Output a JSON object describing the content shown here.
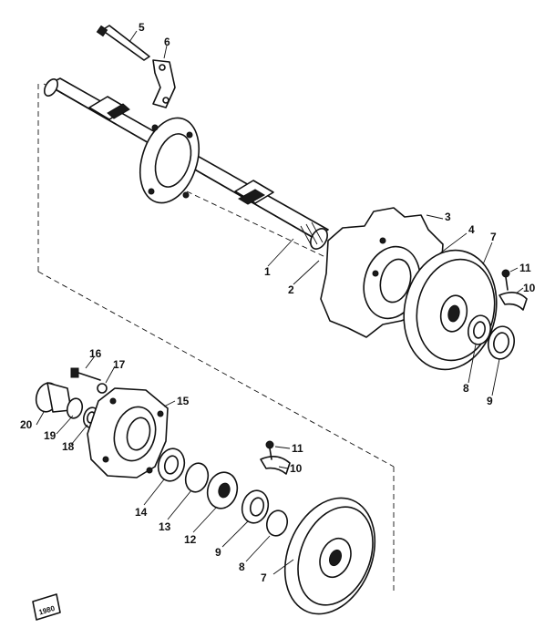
{
  "labels": {
    "l1": "1",
    "l2": "2",
    "l3": "3",
    "l4": "4",
    "l5": "5",
    "l6": "6",
    "l7a": "7",
    "l8a": "8",
    "l9a": "9",
    "l10a": "10",
    "l11a": "11",
    "l7b": "7",
    "l8b": "8",
    "l9b": "9",
    "l10b": "10",
    "l11b": "11",
    "l12": "12",
    "l13": "13",
    "l14": "14",
    "l15": "15",
    "l16": "16",
    "l17": "17",
    "l18": "18",
    "l19": "19",
    "l20": "20"
  },
  "stamp": "1980"
}
